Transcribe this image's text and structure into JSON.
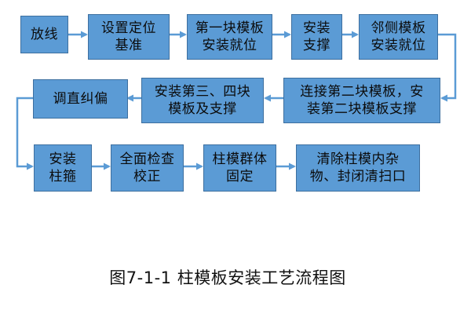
{
  "colors": {
    "box_fill": "#5b9bd5",
    "box_border": "#3d6f9f",
    "arrow": "#5b9bd5",
    "text": "#0b0b0b"
  },
  "steps": [
    {
      "lines": [
        "放线"
      ]
    },
    {
      "lines": [
        "设置定位",
        "基准"
      ]
    },
    {
      "lines": [
        "第一块模板",
        "安装就位"
      ]
    },
    {
      "lines": [
        "安装",
        "支撑"
      ]
    },
    {
      "lines": [
        "邻侧模板",
        "安装就位"
      ]
    },
    {
      "lines": [
        "连接第二块模板，安",
        "装第二块模板支撑"
      ]
    },
    {
      "lines": [
        "安装第三、四块",
        "模板及支撑"
      ]
    },
    {
      "lines": [
        "调直纠偏"
      ]
    },
    {
      "lines": [
        "安装",
        "柱箍"
      ]
    },
    {
      "lines": [
        "全面检查",
        "校正"
      ]
    },
    {
      "lines": [
        "柱模群体",
        "固定"
      ]
    },
    {
      "lines": [
        "清除柱模内杂",
        "物、封闭清扫口"
      ]
    }
  ],
  "caption": "图7-1-1 柱模板安装工艺流程图"
}
